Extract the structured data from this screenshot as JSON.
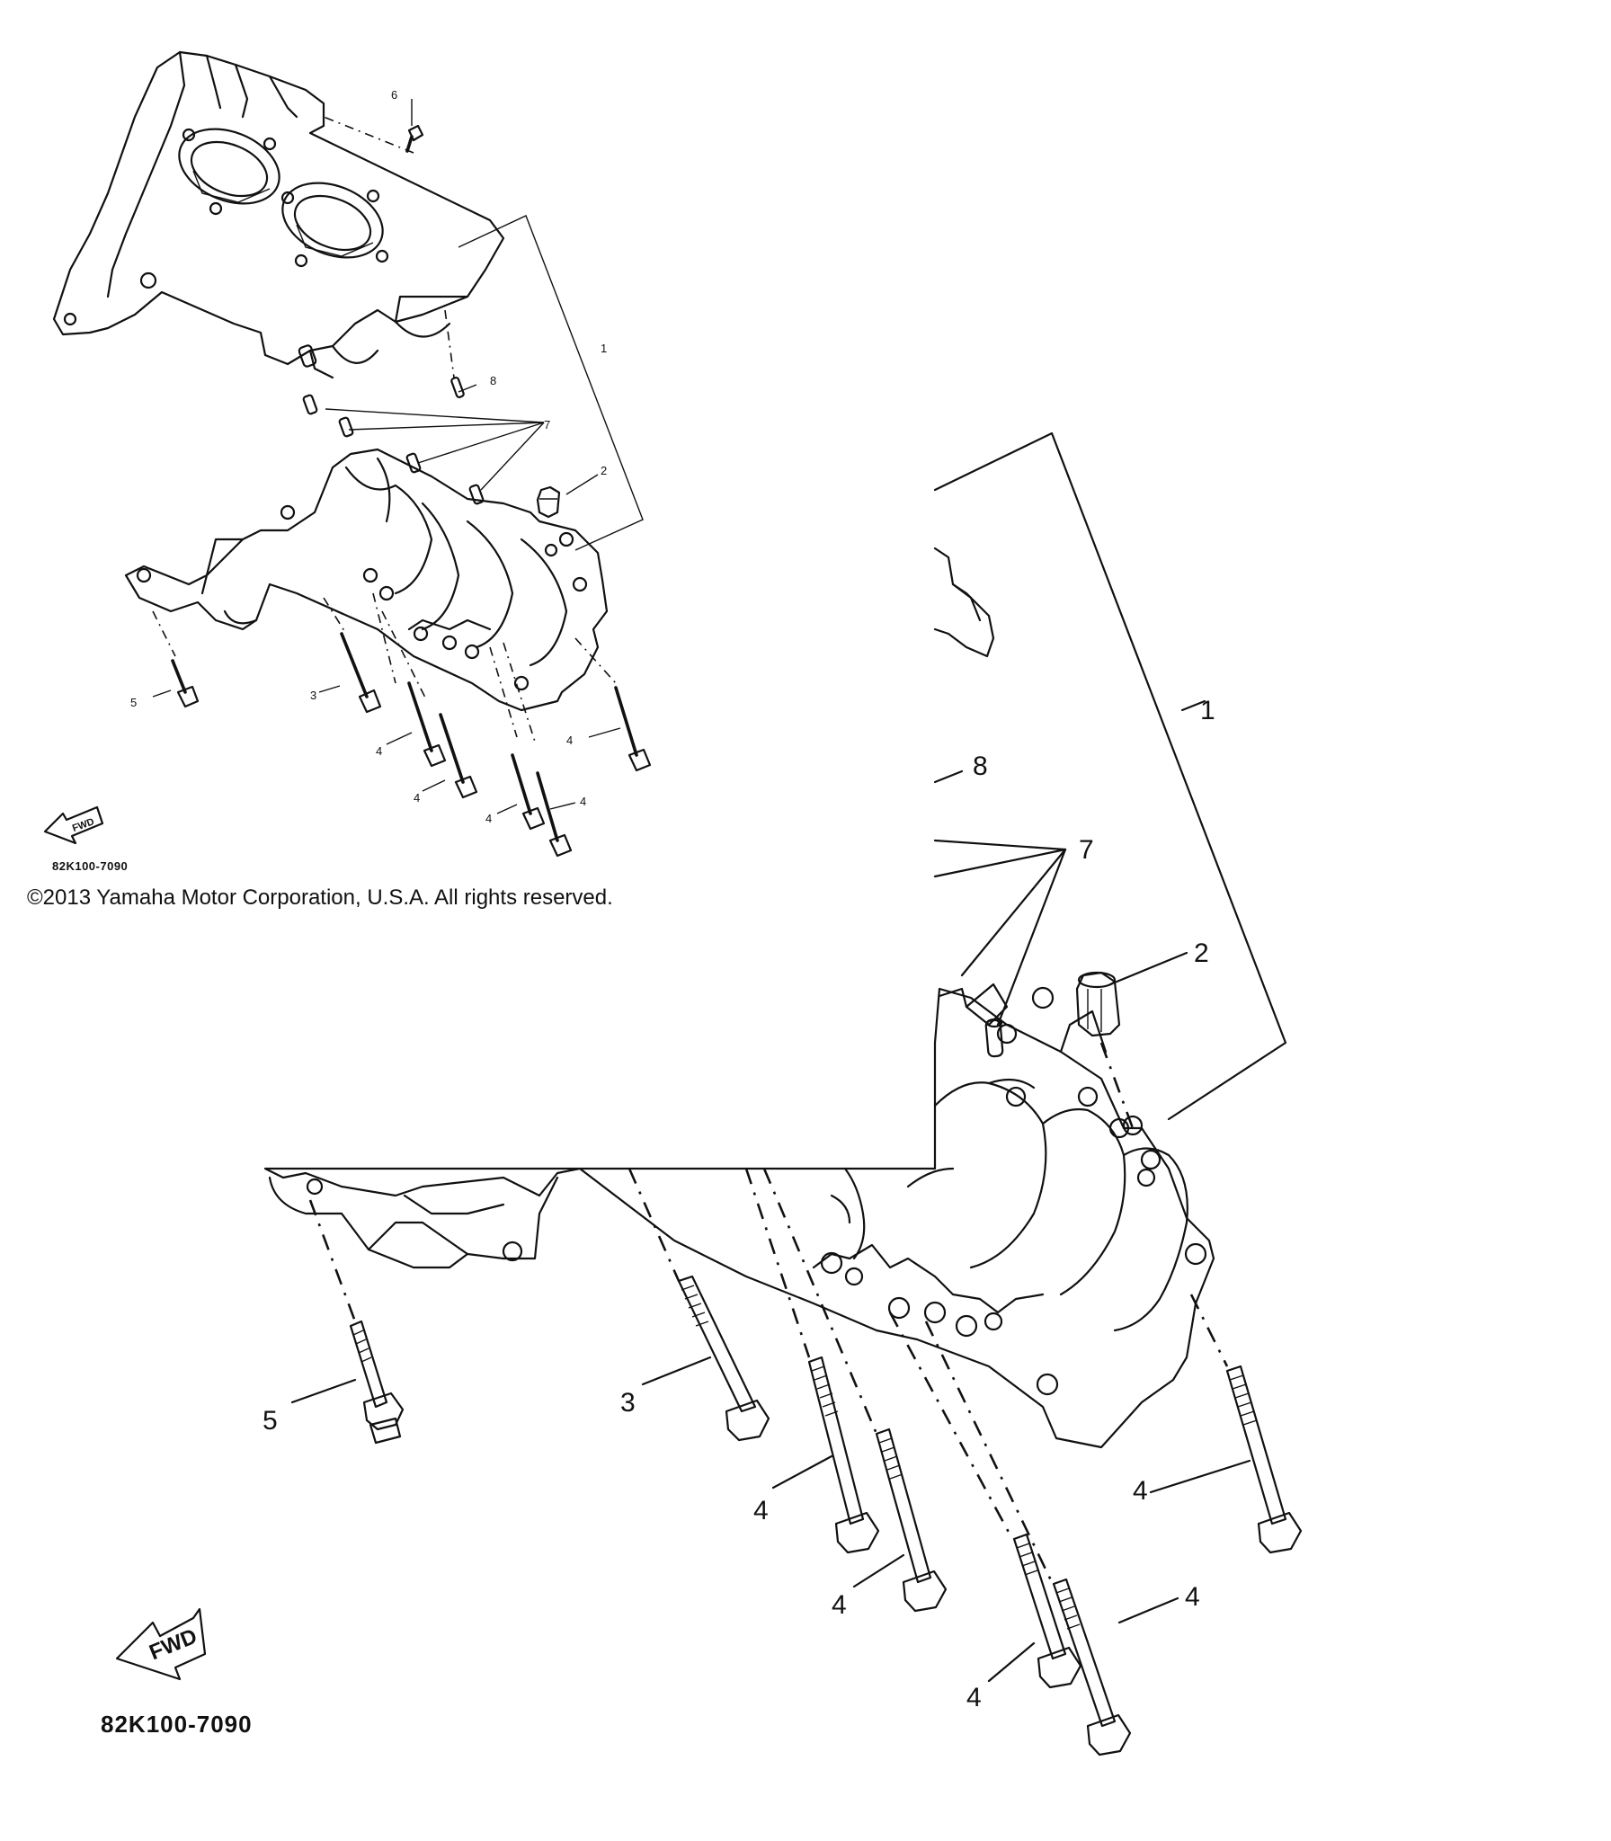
{
  "diagram": {
    "part_code": "82K100-7090",
    "fwd_label": "FWD",
    "callouts": {
      "c1": "1",
      "c2": "2",
      "c3": "3",
      "c4": "4",
      "c5": "5",
      "c6": "6",
      "c7": "7",
      "c8": "8"
    }
  },
  "footer": {
    "copyright": "©2013 Yamaha Motor Corporation, U.S.A. All rights reserved."
  }
}
